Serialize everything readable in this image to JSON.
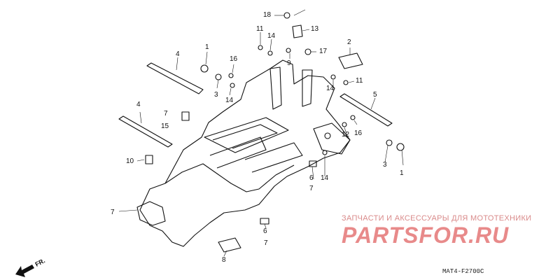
{
  "diagram": {
    "callouts": [
      "18",
      "13",
      "11",
      "14",
      "2",
      "1",
      "4",
      "16",
      "17",
      "9",
      "3",
      "14",
      "11",
      "5",
      "14",
      "4",
      "7",
      "15",
      "12",
      "16",
      "10",
      "6",
      "7",
      "14",
      "3",
      "1",
      "7",
      "6",
      "7",
      "8"
    ],
    "direction_label": "FR.",
    "diagram_code": "MAT4-F2700C"
  },
  "watermark": {
    "title": "ЗАПЧАСТИ И АКСЕССУАРЫ ДЛЯ МОТОТЕХНИКИ",
    "logo": "PARTSFOR.RU"
  }
}
